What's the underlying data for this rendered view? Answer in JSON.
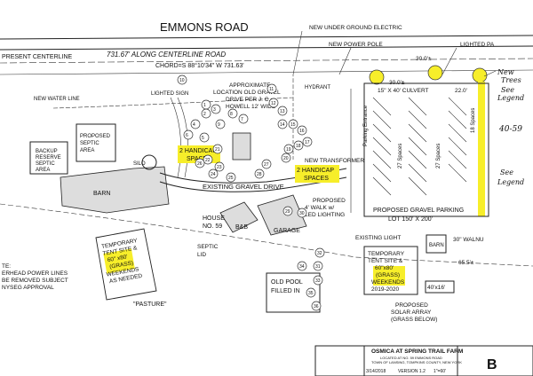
{
  "road": {
    "name": "EMMONS ROAD",
    "present_centerline": "PRESENT CENTERLINE",
    "distance": "731.67' ALONG CENTERLINE ROAD",
    "chord": "CHORD=S 88°10'34\" W 731.63'"
  },
  "utilities": {
    "underground_electric": "NEW UNDER GROUND ELECTRIC",
    "power_pole": "NEW POWER POLE",
    "lighted_parking": "LIGHTED PA",
    "dim_30": "30.0'±",
    "dim_30b": "30.0'±",
    "culvert": "15\" X 40' CULVERT",
    "dim_22": "22.0'",
    "new_transformer": "NEW TRANSFORMER",
    "hydrant": "HYDRANT",
    "lighted_sign": "LIGHTED SIGN",
    "new_water_line": "NEW WATER LINE",
    "existing_light": "EXISTING LIGHT"
  },
  "labels": {
    "approx_location": [
      "APPROXIMATE",
      "LOCATION OLD GRAVEL",
      "DRIVE PER J. C.",
      "HOWELL 12' WIDE"
    ],
    "backup_septic": [
      "BACKUP",
      "RESERVE",
      "SEPTIC",
      "AREA"
    ],
    "proposed_septic": [
      "PROPOSED",
      "SEPTIC",
      "AREA"
    ],
    "silo": "SILO",
    "barn": "BARN",
    "small_barn": "BARN",
    "existing_gravel_drive": "EXISTING GRAVEL DRIVE",
    "house": [
      "HOUSE",
      "NO. 59"
    ],
    "bnb": "B&B",
    "garage": "GARAGE",
    "septic_lid": [
      "SEPTIC",
      "LID"
    ],
    "walk": [
      "PROPOSED",
      "4' WALK w/",
      "LED LIGHTING"
    ],
    "gravel_parking": [
      "PROPOSED GRAVEL PARKING",
      "LOT 150' X 200'"
    ],
    "parking_entrance": "Parking Entrance",
    "spaces_27a": "27 Spaces",
    "spaces_27b": "27 Spaces",
    "spaces_18": "18 Spaces",
    "old_pool": [
      "OLD POOL",
      "FILLED IN"
    ],
    "pasture": "\"PASTURE\"",
    "walnut": "30\" WALNU",
    "dim_65": "65.5'±",
    "tent_40x16": "40'x16'",
    "solar": [
      "PROPOSED",
      "SOLAR ARRAY",
      "(GRASS BELOW)"
    ],
    "power_lines": [
      "TE:",
      "ERHEAD POWER LINES",
      "BE REMOVED SUBJECT",
      "NYSEG APPROVAL"
    ]
  },
  "highlights": {
    "handicap_left": [
      "2 HANDICAP",
      "SPACES"
    ],
    "handicap_right": [
      "2 HANDICAP",
      "SPACES"
    ]
  },
  "tent_left": {
    "lines": [
      "TEMPORARY",
      "TENT SITE &",
      "60\" x80'",
      "(GRASS)",
      "WEEKENDS",
      "AS NEEDED"
    ]
  },
  "tent_right": {
    "lines": [
      "TEMPORARY",
      "TENT SITE &",
      "60\"x80'",
      "(GRASS)",
      "WEEKENDS",
      "2019-2020"
    ]
  },
  "annotations": {
    "new_trees": [
      "New",
      "Trees",
      "See",
      "Legend"
    ],
    "count": "40-59",
    "see_legend": [
      "See",
      "Legend"
    ]
  },
  "title_block": {
    "project": "OSMICA AT SPRING TRAIL FARM",
    "sub": [
      "LOCATED AT NO. 59 EMMONS ROAD",
      "TOWN OF LANSING, TOMPKINS COUNTY, NEW YORK"
    ],
    "date": "3/14/2018",
    "version": "VERSION 1.2",
    "scale": "1\"=60'",
    "sheet": "B"
  },
  "trees": {
    "numbers": [
      "1",
      "2",
      "3",
      "4",
      "5",
      "6",
      "7",
      "8",
      "9",
      "10",
      "11",
      "12",
      "13",
      "14",
      "15",
      "16",
      "17",
      "18",
      "19",
      "20",
      "21",
      "22",
      "23",
      "24",
      "25",
      "26",
      "27",
      "28",
      "29",
      "30",
      "31",
      "32",
      "33",
      "34",
      "35",
      "36"
    ]
  },
  "colors": {
    "highlight": "#f7ee2a",
    "ink": "#222222"
  }
}
